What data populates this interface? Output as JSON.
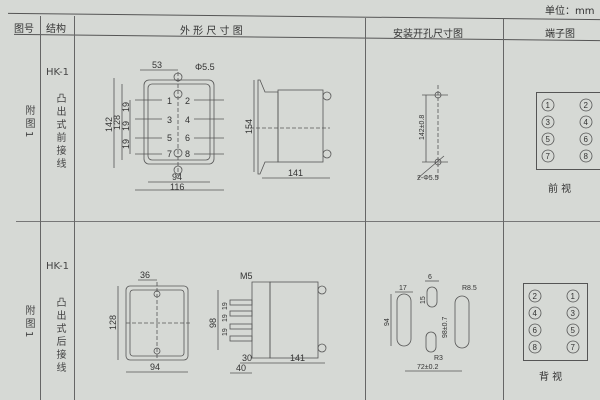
{
  "unit_label": "单位：mm",
  "header": {
    "figure_no": "图号",
    "structure": "结构",
    "outline": "外 形 尺 寸 图",
    "mounting": "安装开孔尺寸图",
    "terminal": "端子图"
  },
  "rows": [
    {
      "figure_no": "附图1",
      "model": "HK-1",
      "structure": "凸出式前接线",
      "outline_dims": {
        "d53": "53",
        "phi": "Φ5.5",
        "d142": "142",
        "d128": "128",
        "d19a": "19",
        "d19b": "19",
        "d19c": "19",
        "d94": "94",
        "d116": "116",
        "d154": "154",
        "d141": "141"
      },
      "terminal_numbers": [
        "1",
        "2",
        "3",
        "4",
        "5",
        "6",
        "7",
        "8"
      ],
      "mounting_dims": {
        "spacing": "142±0.8",
        "holes": "2-Φ5.5"
      },
      "terminal_view": {
        "numbers_left": [
          "1",
          "3",
          "5",
          "7"
        ],
        "numbers_right": [
          "2",
          "4",
          "6",
          "8"
        ],
        "caption": "前 视"
      }
    },
    {
      "figure_no": "附图1",
      "model": "HK-1",
      "structure": "凸出式后接线",
      "outline_dims": {
        "d36": "36",
        "d128": "128",
        "d94": "94",
        "m5": "M5",
        "d98": "98",
        "d19a": "19",
        "d19b": "19",
        "d19c": "19",
        "d30": "30",
        "d40": "40",
        "d141": "141"
      },
      "mounting_dims": {
        "d17": "17",
        "d6": "6",
        "d15": "15",
        "r85": "R8.5",
        "d94": "94",
        "d98": "98±0.7",
        "r3": "R3",
        "d72": "72±0.2"
      },
      "terminal_view": {
        "numbers_left": [
          "2",
          "4",
          "6",
          "8"
        ],
        "numbers_right": [
          "1",
          "3",
          "5",
          "7"
        ],
        "caption": "背 视"
      }
    }
  ]
}
